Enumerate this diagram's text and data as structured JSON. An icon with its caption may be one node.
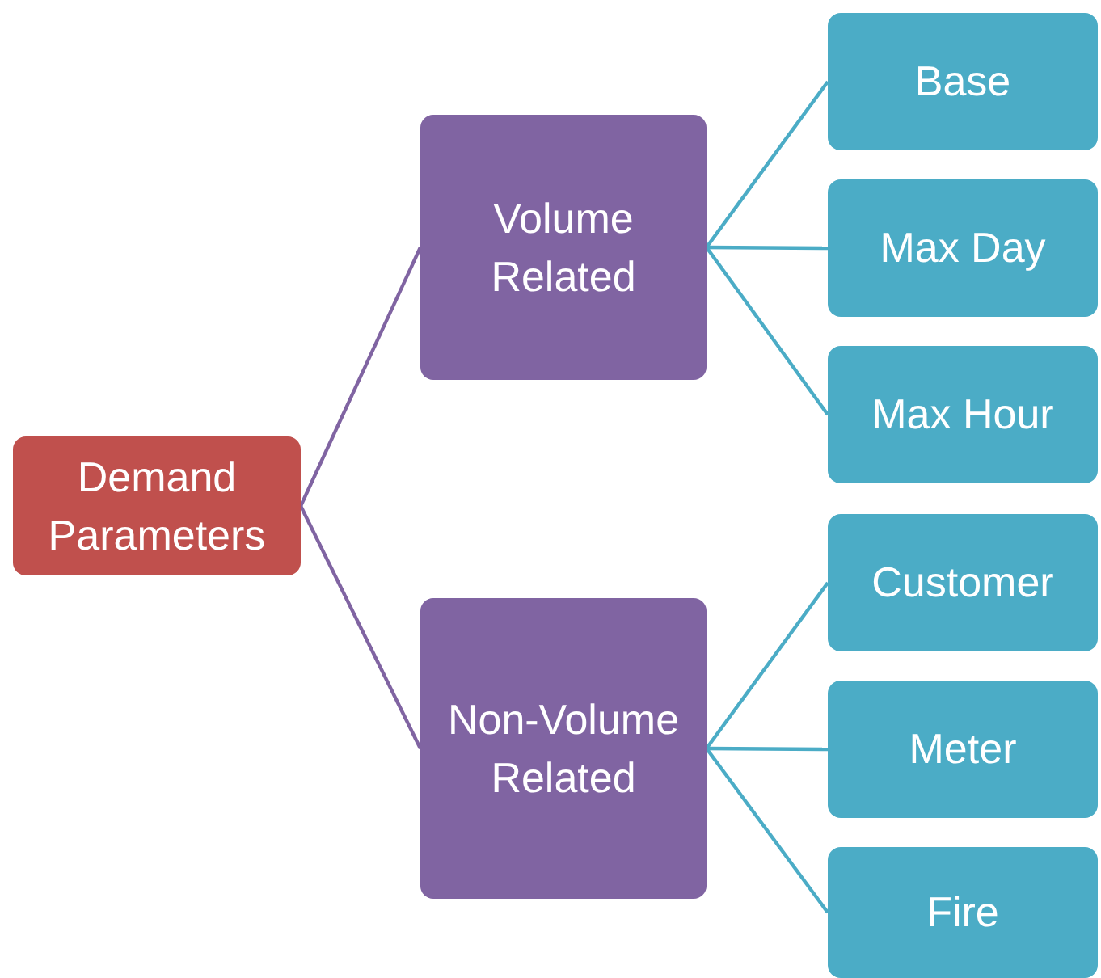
{
  "diagram": {
    "nodes": [
      {
        "text": [
          "Demand Parameters"
        ]
      },
      {
        "text": [
          "Volume Related"
        ]
      },
      {
        "text": [
          "Non-Volume Related"
        ]
      },
      {
        "text": [
          "Base"
        ]
      },
      {
        "text": [
          "Max Day"
        ]
      },
      {
        "text": [
          "Max Hour"
        ]
      },
      {
        "text": [
          "Customer"
        ]
      },
      {
        "text": [
          "Meter"
        ]
      },
      {
        "text": [
          "Fire"
        ]
      }
    ],
    "edges": [
      {
        "from": 0,
        "to": 1,
        "arrow": "none",
        "color": "#8064a2"
      },
      {
        "from": 0,
        "to": 2,
        "arrow": "none",
        "color": "#8064a2"
      },
      {
        "from": 1,
        "to": 3,
        "arrow": "none"
      },
      {
        "from": 1,
        "to": 4,
        "arrow": "none"
      },
      {
        "from": 1,
        "to": 5,
        "arrow": "none"
      },
      {
        "from": 2,
        "to": 6,
        "arrow": "none"
      },
      {
        "from": 2,
        "to": 7,
        "arrow": "none"
      },
      {
        "from": 2,
        "to": 8,
        "arrow": "none"
      }
    ]
  }
}
